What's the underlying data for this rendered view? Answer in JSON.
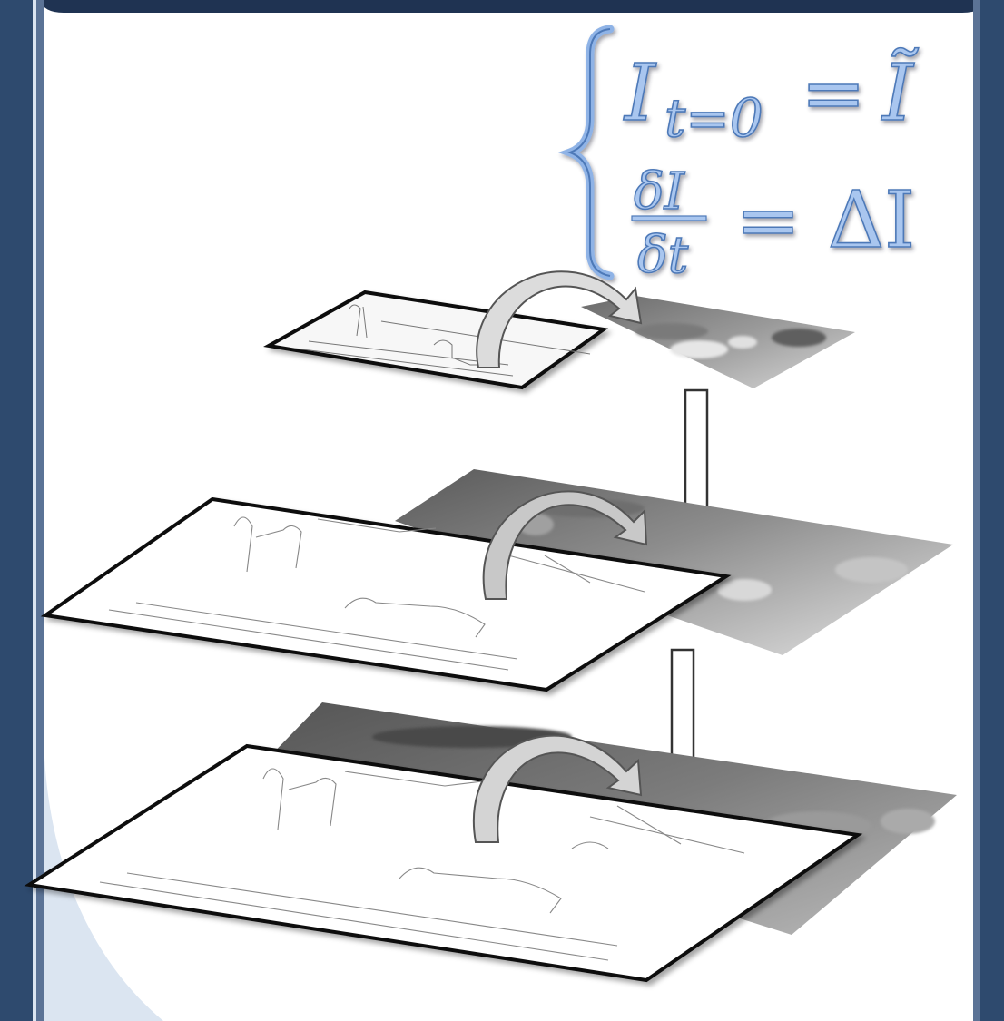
{
  "equations": {
    "line1": {
      "lhs": "I",
      "sub": "t=0",
      "eq": "=",
      "rhs": "Ĩ"
    },
    "line2": {
      "num": "δI",
      "den": "δt",
      "eq": "=",
      "rhs": "ΔI"
    }
  },
  "colors": {
    "frame": "#2e4a6e",
    "panel": "#ffffff",
    "panel_tint": "#dbe5f1",
    "equation_text": "#8fb3e6",
    "equation_stroke": "#4d79b8",
    "arrow_fill": "#cccccc",
    "arrow_outline": "#555555"
  },
  "icons": [
    "curved-arrow-icon",
    "down-arrow-icon",
    "left-brace-icon"
  ],
  "levels": [
    "level-coarse",
    "level-medium",
    "level-fine"
  ]
}
